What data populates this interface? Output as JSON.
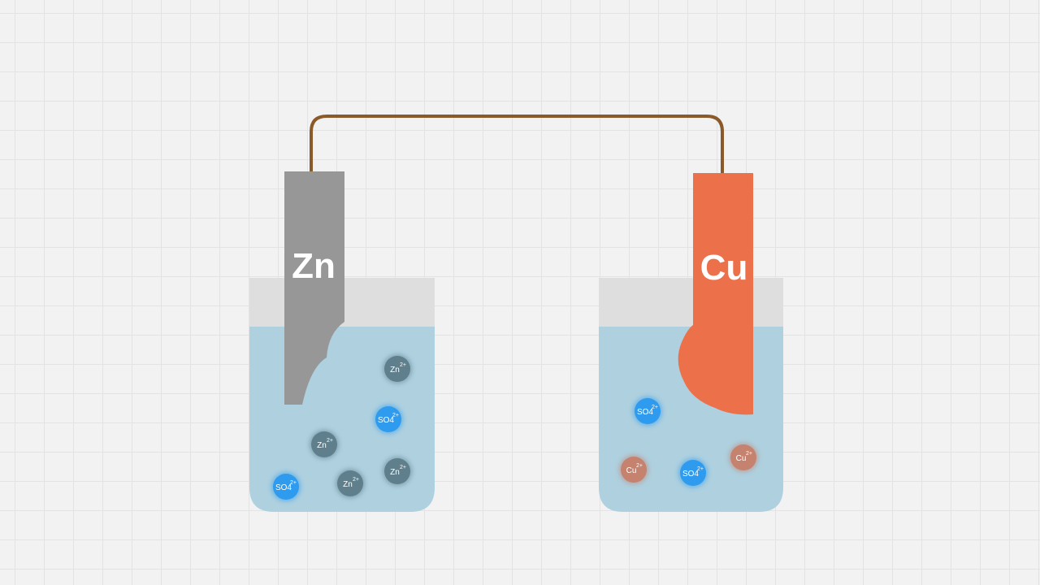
{
  "anode": {
    "label": "Zn",
    "color": "#979797"
  },
  "cathode": {
    "label": "Cu",
    "color": "#ec714a"
  },
  "wire": {
    "color": "#8a5a2b"
  },
  "solution": {
    "color": "#aed0df",
    "headspace_color": "#dedede"
  },
  "ions": {
    "zn": {
      "base": "Zn",
      "sup": "2+",
      "color": "#5f7f8c"
    },
    "so4": {
      "base": "SO4",
      "sup": "2+",
      "color": "#2f9bee"
    },
    "cu": {
      "base": "Cu",
      "sup": "2+",
      "color": "#c4826f"
    }
  }
}
